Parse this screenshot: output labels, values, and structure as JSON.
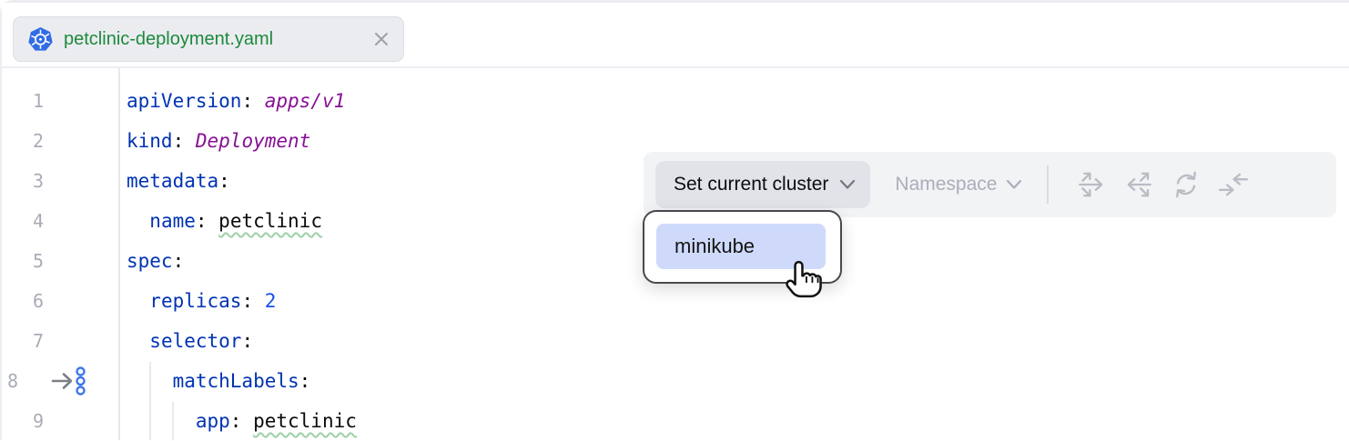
{
  "tab_bar": {
    "active_tab": {
      "icon": "kubernetes-icon",
      "title": "petclinic-deployment.yaml",
      "close_icon": "close-icon"
    }
  },
  "editor": {
    "lines": [
      {
        "num": "1",
        "tokens": [
          [
            "key",
            "apiVersion"
          ],
          [
            "plain",
            ": "
          ],
          [
            "value",
            "apps/v1"
          ]
        ]
      },
      {
        "num": "2",
        "tokens": [
          [
            "key",
            "kind"
          ],
          [
            "plain",
            ": "
          ],
          [
            "value",
            "Deployment"
          ]
        ]
      },
      {
        "num": "3",
        "tokens": [
          [
            "key",
            "metadata"
          ],
          [
            "plain",
            ":"
          ]
        ]
      },
      {
        "num": "4",
        "tokens": [
          [
            "plain",
            "  "
          ],
          [
            "key",
            "name"
          ],
          [
            "plain",
            ": "
          ],
          [
            "typo",
            "petclinic"
          ]
        ]
      },
      {
        "num": "5",
        "tokens": [
          [
            "key",
            "spec"
          ],
          [
            "plain",
            ":"
          ]
        ]
      },
      {
        "num": "6",
        "tokens": [
          [
            "plain",
            "  "
          ],
          [
            "key",
            "replicas"
          ],
          [
            "plain",
            ": "
          ],
          [
            "number",
            "2"
          ]
        ]
      },
      {
        "num": "7",
        "tokens": [
          [
            "plain",
            "  "
          ],
          [
            "key",
            "selector"
          ],
          [
            "plain",
            ":"
          ]
        ]
      },
      {
        "num": "8",
        "gutter_icon": "navigate-to-related-icon",
        "tokens": [
          [
            "plain",
            "    "
          ],
          [
            "key",
            "matchLabels"
          ],
          [
            "plain",
            ":"
          ]
        ]
      },
      {
        "num": "9",
        "tokens": [
          [
            "plain",
            "      "
          ],
          [
            "key",
            "app"
          ],
          [
            "plain",
            ": "
          ],
          [
            "typo",
            "petclinic"
          ]
        ]
      }
    ]
  },
  "floating_toolbar": {
    "cluster_button": {
      "label": "Set current cluster",
      "chevron": "chevron-down-icon"
    },
    "namespace_button": {
      "label": "Namespace",
      "chevron": "chevron-down-icon",
      "disabled": true
    },
    "action_icons": [
      "deploy-to-cluster-icon",
      "get-from-cluster-icon",
      "refresh-icon",
      "compare-with-cluster-icon"
    ]
  },
  "cluster_popup": {
    "items": [
      {
        "label": "minikube",
        "highlighted": true
      }
    ],
    "cursor": "hand-pointer-cursor"
  },
  "colors": {
    "key": "#0033B3",
    "value": "#871094",
    "number": "#1750EB",
    "plain": "#0A0A0C",
    "filename": "#1B8A3C",
    "linenum": "#A9ACB6",
    "typo": "#9ED1A8",
    "selection": "#CFDAFB",
    "disabled": "#A9AEBB",
    "toolbar_bg": "#F2F3F5",
    "button_bg": "#E1E3E8",
    "kubernetes_blue": "#326CE5"
  }
}
